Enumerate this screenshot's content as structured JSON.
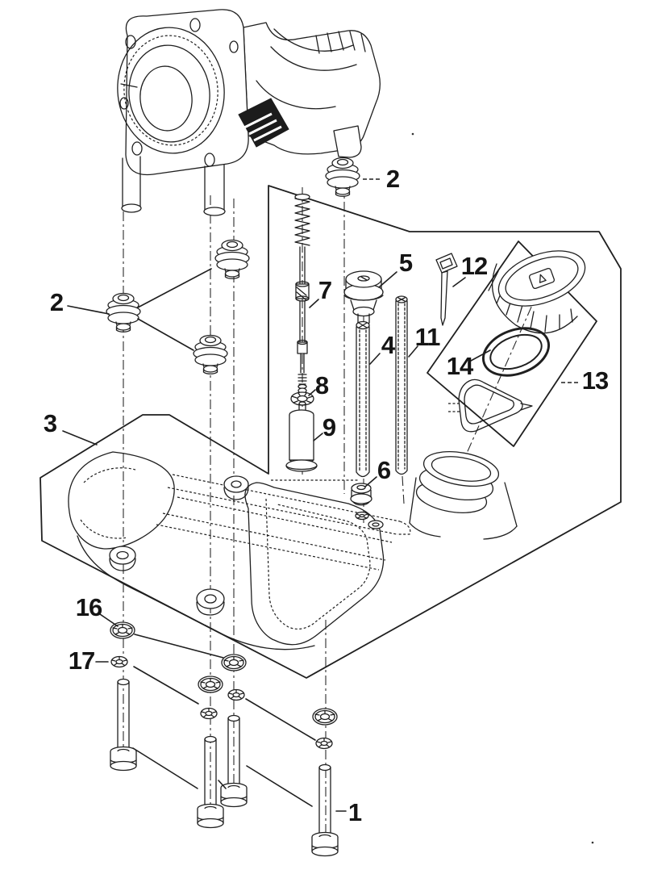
{
  "diagram": {
    "kind": "exploded-parts-diagram",
    "background": "#ffffff",
    "line_color": "#1f1f1f",
    "callouts": {
      "c1": {
        "text": "1",
        "target": "mounting-bolt"
      },
      "c2u": {
        "text": "2",
        "target": "rubber-mount-upper"
      },
      "c2l": {
        "text": "2",
        "target": "rubber-mounts-left"
      },
      "c3": {
        "text": "3",
        "target": "fuel-tank"
      },
      "c4": {
        "text": "4",
        "target": "pickup-tube"
      },
      "c5": {
        "text": "5",
        "target": "vent-cap"
      },
      "c6": {
        "text": "6",
        "target": "grommet"
      },
      "c7": {
        "text": "7",
        "target": "spring-screw"
      },
      "c8": {
        "text": "8",
        "target": "star-washer"
      },
      "c9": {
        "text": "9",
        "target": "fuel-filter"
      },
      "c11": {
        "text": "11",
        "target": "rod"
      },
      "c12": {
        "text": "12",
        "target": "cable-tie"
      },
      "c13": {
        "text": "13",
        "target": "fuel-cap-assembly"
      },
      "c14": {
        "text": "14",
        "target": "o-ring"
      },
      "c16": {
        "text": "16",
        "target": "washer-large"
      },
      "c17": {
        "text": "17",
        "target": "washer-small"
      }
    }
  }
}
